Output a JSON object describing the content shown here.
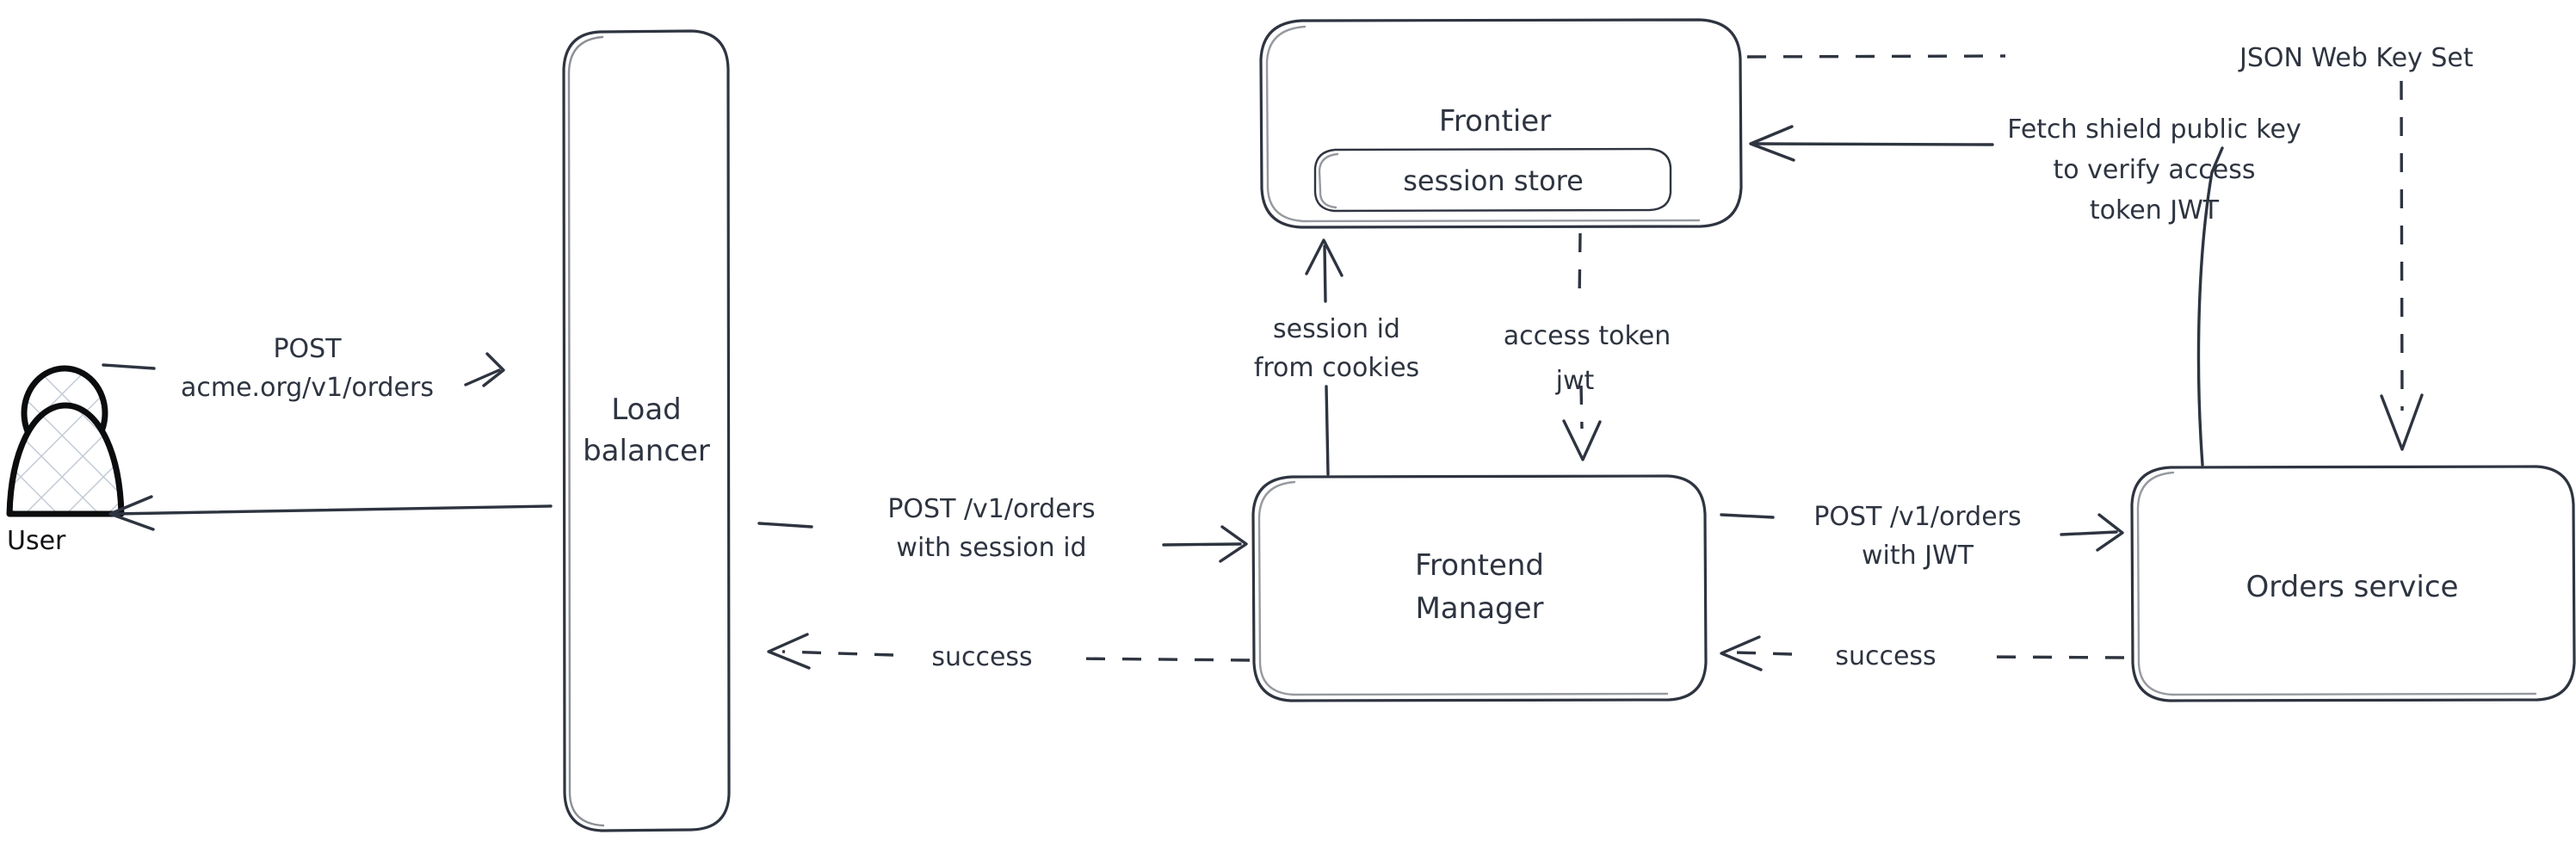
{
  "diagram": {
    "title": "Session-to-JWT authentication request flow",
    "style": "hand-drawn",
    "background_color": "#ffffff",
    "stroke_color": "#2e3440",
    "actor_stroke_color": "#0b0c0e",
    "actor_hatch_color": "#c3ccd6"
  },
  "nodes": {
    "user": {
      "label": "User",
      "shape": "actor"
    },
    "load_balancer": {
      "label_line1": "Load",
      "label_line2": "balancer",
      "shape": "rounded-rect-tall"
    },
    "frontier": {
      "label": "Frontier",
      "shape": "rounded-rect"
    },
    "session_store": {
      "label": "session store",
      "shape": "rounded-rect-nested"
    },
    "frontend_manager": {
      "label_line1": "Frontend",
      "label_line2": "Manager",
      "shape": "rounded-rect"
    },
    "orders_service": {
      "label": "Orders service",
      "shape": "rounded-rect"
    }
  },
  "edges": {
    "user_to_lb": {
      "label_line1": "POST",
      "label_line2": "acme.org/v1/orders",
      "style": "solid",
      "direction": "right"
    },
    "lb_to_user": {
      "label": "",
      "style": "solid",
      "direction": "left"
    },
    "lb_to_fm": {
      "label_line1": "POST /v1/orders",
      "label_line2": "with session id",
      "style": "solid",
      "direction": "right"
    },
    "fm_to_lb": {
      "label": "success",
      "style": "dashed",
      "direction": "left"
    },
    "fm_to_frontier": {
      "label_line1": "session id",
      "label_line2": "from cookies",
      "style": "solid",
      "direction": "up"
    },
    "frontier_to_fm": {
      "label_line1": "access token",
      "label_line2": "jwt",
      "style": "dashed",
      "direction": "down"
    },
    "fm_to_orders": {
      "label_line1": "POST /v1/orders",
      "label_line2": "with JWT",
      "style": "solid",
      "direction": "right"
    },
    "orders_to_fm": {
      "label": "success",
      "style": "dashed",
      "direction": "left"
    },
    "orders_to_frontier": {
      "label_line1": "Fetch shield public key",
      "label_line2": "to verify access",
      "label_line3": "token JWT",
      "style": "solid",
      "direction": "left"
    },
    "frontier_to_orders": {
      "label": "JSON Web Key Set",
      "style": "dashed",
      "direction": "down"
    }
  }
}
